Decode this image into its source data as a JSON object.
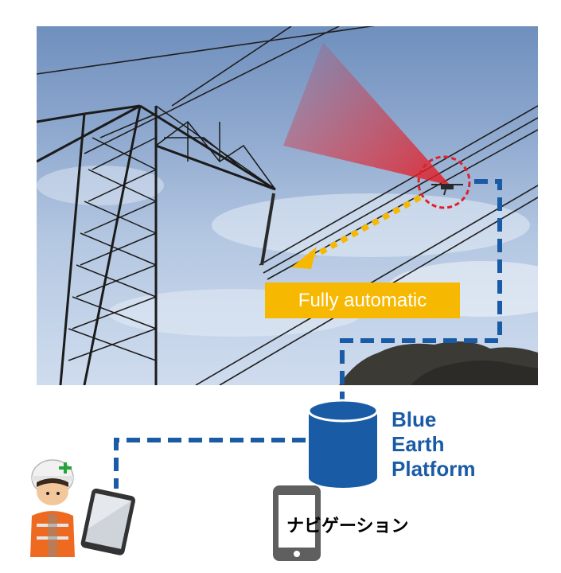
{
  "photo": {
    "callout": "Fully automatic"
  },
  "platform": {
    "line1": "Blue",
    "line2": "Earth",
    "line3": "Platform"
  },
  "device": {
    "label": "ナビゲーション"
  },
  "colors": {
    "platform_blue": "#1a5ba6",
    "callout_yellow": "#f6b800",
    "target_red": "#e0202a"
  }
}
